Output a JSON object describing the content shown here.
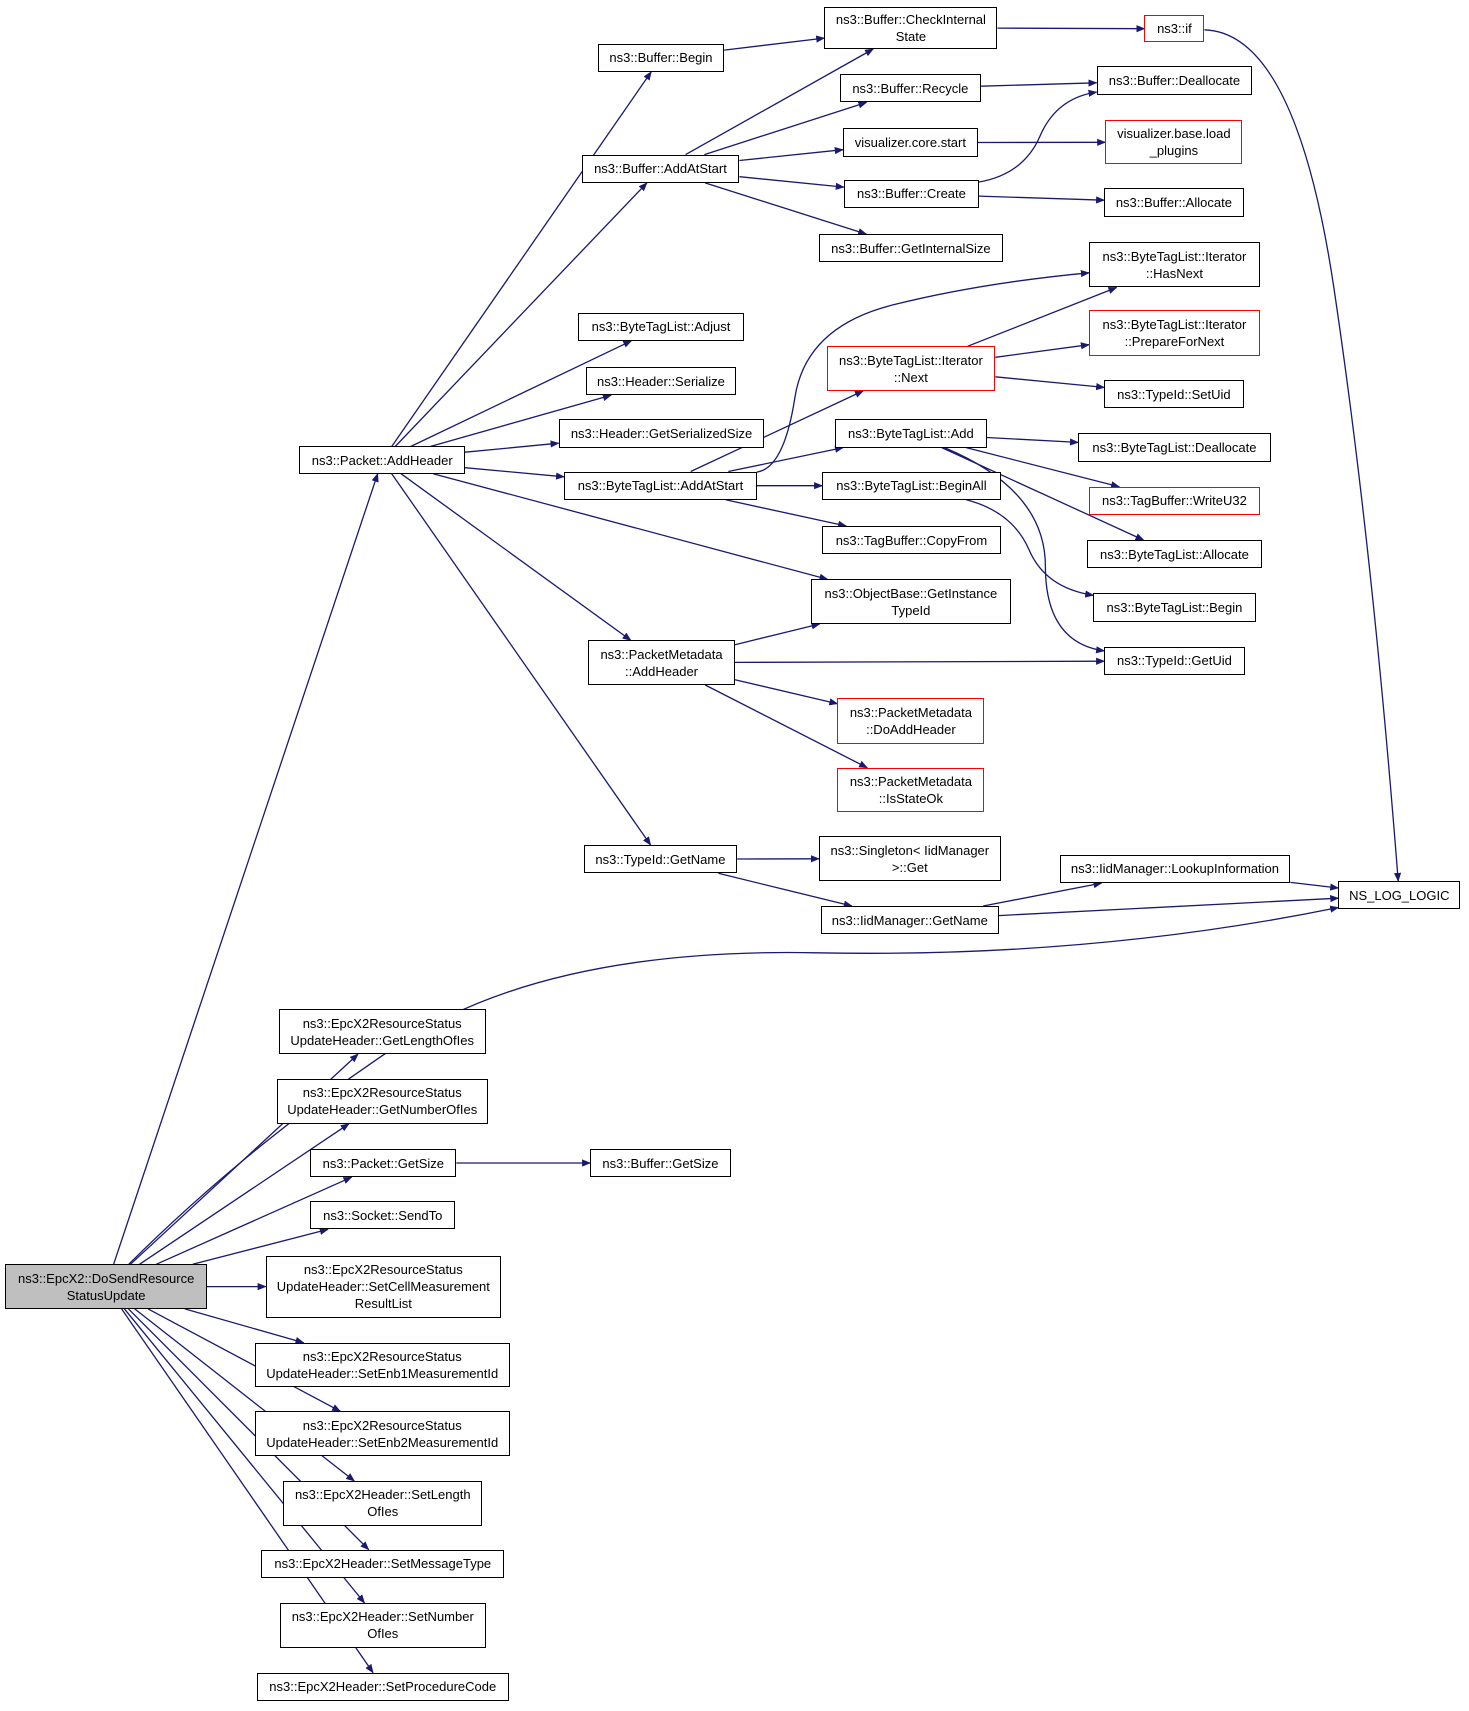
{
  "graph": {
    "edge_color": "#191970",
    "node_border_color": "#000000",
    "undocumented_border_color": "#ff0000",
    "root_fill": "#bfbfbf",
    "nodes": [
      {
        "id": "root",
        "label": "ns3::EpcX2::DoSendResource\nStatusUpdate",
        "style": "root"
      },
      {
        "id": "addheader",
        "label": "ns3::Packet::AddHeader",
        "style": "normal"
      },
      {
        "id": "buffer_begin",
        "label": "ns3::Buffer::Begin",
        "style": "normal"
      },
      {
        "id": "buffer_checkinternal",
        "label": "ns3::Buffer::CheckInternal\nState",
        "style": "normal"
      },
      {
        "id": "ns3_if",
        "label": "ns3::if",
        "style": "red"
      },
      {
        "id": "buffer_recycle",
        "label": "ns3::Buffer::Recycle",
        "style": "normal"
      },
      {
        "id": "buffer_deallocate",
        "label": "ns3::Buffer::Deallocate",
        "style": "normal"
      },
      {
        "id": "buffer_addatstart",
        "label": "ns3::Buffer::AddAtStart",
        "style": "normal"
      },
      {
        "id": "viz_core_start",
        "label": "visualizer.core.start",
        "style": "normal"
      },
      {
        "id": "viz_load_plugins",
        "label": "visualizer.base.load\n_plugins",
        "style": "red"
      },
      {
        "id": "buffer_create",
        "label": "ns3::Buffer::Create",
        "style": "normal"
      },
      {
        "id": "buffer_allocate",
        "label": "ns3::Buffer::Allocate",
        "style": "normal"
      },
      {
        "id": "buffer_getinternalsize",
        "label": "ns3::Buffer::GetInternalSize",
        "style": "normal"
      },
      {
        "id": "btl_iter_hasnext",
        "label": "ns3::ByteTagList::Iterator\n::HasNext",
        "style": "normal"
      },
      {
        "id": "btl_adjust",
        "label": "ns3::ByteTagList::Adjust",
        "style": "normal"
      },
      {
        "id": "btl_iter_prepare",
        "label": "ns3::ByteTagList::Iterator\n::PrepareForNext",
        "style": "red"
      },
      {
        "id": "btl_iter_next",
        "label": "ns3::ByteTagList::Iterator\n::Next",
        "style": "red"
      },
      {
        "id": "header_serialize",
        "label": "ns3::Header::Serialize",
        "style": "normal"
      },
      {
        "id": "typeid_setuid",
        "label": "ns3::TypeId::SetUid",
        "style": "normal"
      },
      {
        "id": "header_getserialized",
        "label": "ns3::Header::GetSerializedSize",
        "style": "normal"
      },
      {
        "id": "btl_add",
        "label": "ns3::ByteTagList::Add",
        "style": "normal"
      },
      {
        "id": "btl_deallocate",
        "label": "ns3::ByteTagList::Deallocate",
        "style": "normal"
      },
      {
        "id": "btl_addatstart",
        "label": "ns3::ByteTagList::AddAtStart",
        "style": "normal"
      },
      {
        "id": "btl_beginall",
        "label": "ns3::ByteTagList::BeginAll",
        "style": "normal"
      },
      {
        "id": "tagbuf_writeu32",
        "label": "ns3::TagBuffer::WriteU32",
        "style": "red"
      },
      {
        "id": "tagbuf_copyfrom",
        "label": "ns3::TagBuffer::CopyFrom",
        "style": "normal"
      },
      {
        "id": "btl_allocate",
        "label": "ns3::ByteTagList::Allocate",
        "style": "normal"
      },
      {
        "id": "objbase_getinstance",
        "label": "ns3::ObjectBase::GetInstance\nTypeId",
        "style": "normal"
      },
      {
        "id": "btl_begin",
        "label": "ns3::ByteTagList::Begin",
        "style": "normal"
      },
      {
        "id": "pm_addheader",
        "label": "ns3::PacketMetadata\n::AddHeader",
        "style": "normal"
      },
      {
        "id": "typeid_getuid",
        "label": "ns3::TypeId::GetUid",
        "style": "normal"
      },
      {
        "id": "pm_doaddheader",
        "label": "ns3::PacketMetadata\n::DoAddHeader",
        "style": "red"
      },
      {
        "id": "pm_isstateok",
        "label": "ns3::PacketMetadata\n::IsStateOk",
        "style": "red"
      },
      {
        "id": "typeid_getname",
        "label": "ns3::TypeId::GetName",
        "style": "normal"
      },
      {
        "id": "singleton_get",
        "label": "ns3::Singleton< IidManager\n>::Get",
        "style": "normal"
      },
      {
        "id": "iid_lookup",
        "label": "ns3::IidManager::LookupInformation",
        "style": "normal"
      },
      {
        "id": "ns_log_logic",
        "label": "NS_LOG_LOGIC",
        "style": "normal"
      },
      {
        "id": "iid_getname",
        "label": "ns3::IidManager::GetName",
        "style": "normal"
      },
      {
        "id": "rsu_getlengthofies",
        "label": "ns3::EpcX2ResourceStatus\nUpdateHeader::GetLengthOfIes",
        "style": "normal"
      },
      {
        "id": "rsu_getnumberofies",
        "label": "ns3::EpcX2ResourceStatus\nUpdateHeader::GetNumberOfIes",
        "style": "normal"
      },
      {
        "id": "packet_getsize",
        "label": "ns3::Packet::GetSize",
        "style": "normal"
      },
      {
        "id": "buffer_getsize",
        "label": "ns3::Buffer::GetSize",
        "style": "normal"
      },
      {
        "id": "socket_sendto",
        "label": "ns3::Socket::SendTo",
        "style": "normal"
      },
      {
        "id": "rsu_setcellmeas",
        "label": "ns3::EpcX2ResourceStatus\nUpdateHeader::SetCellMeasurement\nResultList",
        "style": "normal"
      },
      {
        "id": "rsu_setenb1",
        "label": "ns3::EpcX2ResourceStatus\nUpdateHeader::SetEnb1MeasurementId",
        "style": "normal"
      },
      {
        "id": "rsu_setenb2",
        "label": "ns3::EpcX2ResourceStatus\nUpdateHeader::SetEnb2MeasurementId",
        "style": "normal"
      },
      {
        "id": "x2h_setlength",
        "label": "ns3::EpcX2Header::SetLength\nOfIes",
        "style": "normal"
      },
      {
        "id": "x2h_setmsgtype",
        "label": "ns3::EpcX2Header::SetMessageType",
        "style": "normal"
      },
      {
        "id": "x2h_setnumber",
        "label": "ns3::EpcX2Header::SetNumber\nOfIes",
        "style": "normal"
      },
      {
        "id": "x2h_setproc",
        "label": "ns3::EpcX2Header::SetProcedureCode",
        "style": "normal"
      }
    ],
    "edges": [
      {
        "from": "root",
        "to": "addheader"
      },
      {
        "from": "root",
        "to": "ns_log_logic"
      },
      {
        "from": "root",
        "to": "rsu_getlengthofies"
      },
      {
        "from": "root",
        "to": "rsu_getnumberofies"
      },
      {
        "from": "root",
        "to": "packet_getsize"
      },
      {
        "from": "root",
        "to": "socket_sendto"
      },
      {
        "from": "root",
        "to": "rsu_setcellmeas"
      },
      {
        "from": "root",
        "to": "rsu_setenb1"
      },
      {
        "from": "root",
        "to": "rsu_setenb2"
      },
      {
        "from": "root",
        "to": "x2h_setlength"
      },
      {
        "from": "root",
        "to": "x2h_setmsgtype"
      },
      {
        "from": "root",
        "to": "x2h_setnumber"
      },
      {
        "from": "root",
        "to": "x2h_setproc"
      },
      {
        "from": "addheader",
        "to": "buffer_begin"
      },
      {
        "from": "addheader",
        "to": "buffer_addatstart"
      },
      {
        "from": "addheader",
        "to": "btl_adjust"
      },
      {
        "from": "addheader",
        "to": "header_serialize"
      },
      {
        "from": "addheader",
        "to": "header_getserialized"
      },
      {
        "from": "addheader",
        "to": "btl_addatstart"
      },
      {
        "from": "addheader",
        "to": "objbase_getinstance"
      },
      {
        "from": "addheader",
        "to": "pm_addheader"
      },
      {
        "from": "addheader",
        "to": "typeid_getname"
      },
      {
        "from": "buffer_begin",
        "to": "buffer_checkinternal"
      },
      {
        "from": "buffer_checkinternal",
        "to": "ns3_if"
      },
      {
        "from": "ns3_if",
        "to": "ns_log_logic"
      },
      {
        "from": "buffer_addatstart",
        "to": "buffer_checkinternal"
      },
      {
        "from": "buffer_addatstart",
        "to": "buffer_recycle"
      },
      {
        "from": "buffer_addatstart",
        "to": "viz_core_start"
      },
      {
        "from": "buffer_addatstart",
        "to": "buffer_create"
      },
      {
        "from": "buffer_addatstart",
        "to": "buffer_getinternalsize"
      },
      {
        "from": "buffer_recycle",
        "to": "buffer_deallocate"
      },
      {
        "from": "viz_core_start",
        "to": "viz_load_plugins"
      },
      {
        "from": "buffer_create",
        "to": "buffer_deallocate"
      },
      {
        "from": "buffer_create",
        "to": "buffer_allocate"
      },
      {
        "from": "btl_addatstart",
        "to": "btl_iter_hasnext"
      },
      {
        "from": "btl_addatstart",
        "to": "btl_iter_next"
      },
      {
        "from": "btl_addatstart",
        "to": "btl_add"
      },
      {
        "from": "btl_addatstart",
        "to": "btl_beginall"
      },
      {
        "from": "btl_addatstart",
        "to": "tagbuf_copyfrom"
      },
      {
        "from": "btl_iter_next",
        "to": "btl_iter_hasnext"
      },
      {
        "from": "btl_iter_next",
        "to": "btl_iter_prepare"
      },
      {
        "from": "btl_iter_next",
        "to": "typeid_setuid"
      },
      {
        "from": "btl_add",
        "to": "btl_deallocate"
      },
      {
        "from": "btl_add",
        "to": "tagbuf_writeu32"
      },
      {
        "from": "btl_add",
        "to": "btl_allocate"
      },
      {
        "from": "btl_add",
        "to": "typeid_getuid"
      },
      {
        "from": "btl_beginall",
        "to": "btl_begin"
      },
      {
        "from": "pm_addheader",
        "to": "objbase_getinstance"
      },
      {
        "from": "pm_addheader",
        "to": "typeid_getuid"
      },
      {
        "from": "pm_addheader",
        "to": "pm_doaddheader"
      },
      {
        "from": "pm_addheader",
        "to": "pm_isstateok"
      },
      {
        "from": "typeid_getname",
        "to": "singleton_get"
      },
      {
        "from": "typeid_getname",
        "to": "iid_getname"
      },
      {
        "from": "iid_getname",
        "to": "iid_lookup"
      },
      {
        "from": "iid_getname",
        "to": "ns_log_logic"
      },
      {
        "from": "iid_lookup",
        "to": "ns_log_logic"
      },
      {
        "from": "packet_getsize",
        "to": "buffer_getsize"
      }
    ]
  }
}
